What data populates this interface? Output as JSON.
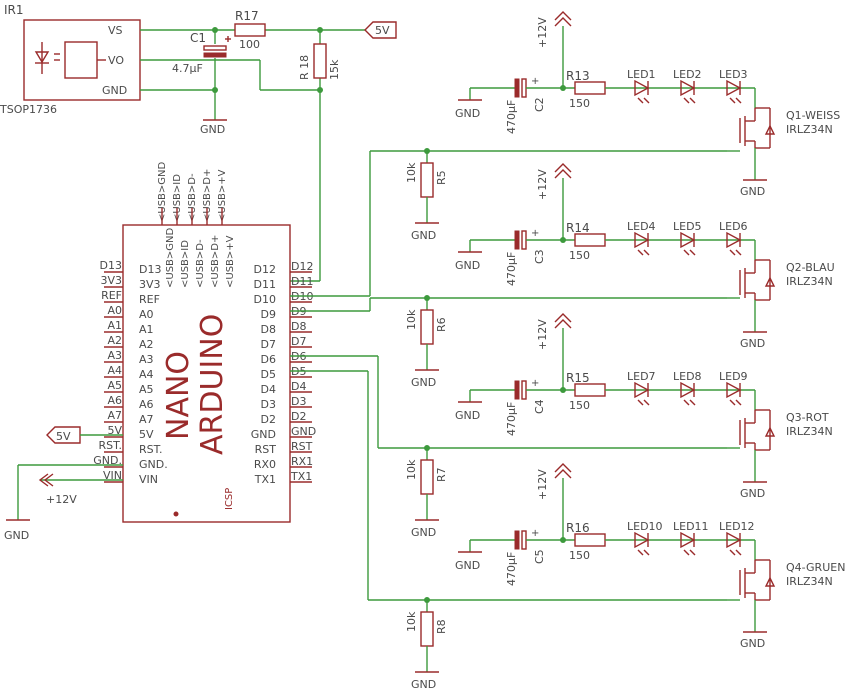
{
  "ir": {
    "name": "IR1",
    "part": "TSOP1736",
    "pins": {
      "vs": "VS",
      "vo": "VO",
      "gnd": "GND"
    }
  },
  "c1": {
    "name": "C1",
    "value": "4.7µF"
  },
  "r17": {
    "name": "R17",
    "value": "100"
  },
  "r18": {
    "name": "R 18",
    "value": "15k"
  },
  "supply_5v": "5V",
  "supply_12v": "+12V",
  "gnd": "GND",
  "arduino": {
    "name1": "NANO",
    "name2": "ARDUINO",
    "icsp": "ICSP",
    "usb_pins": [
      "<USB>GND",
      "<USB>ID",
      "<USB>D-",
      "<USB>D+",
      "<USB>+V"
    ],
    "left_outer": [
      "D13",
      "3V3",
      "REF",
      "A0",
      "A1",
      "A2",
      "A3",
      "A4",
      "A5",
      "A6",
      "A7",
      "5V",
      "RST.",
      "GND.",
      "VIN"
    ],
    "left_inner": [
      "D13",
      "3V3",
      "REF",
      "A0",
      "A1",
      "A2",
      "A3",
      "A4",
      "A5",
      "A6",
      "A7",
      "5V",
      "RST.",
      "GND.",
      "VIN"
    ],
    "right_inner": [
      "D12",
      "D11",
      "D10",
      "D9",
      "D8",
      "D7",
      "D6",
      "D5",
      "D4",
      "D3",
      "D2",
      "GND",
      "RST",
      "RX0",
      "TX1"
    ],
    "right_outer": [
      "D12",
      "D11",
      "D10",
      "D9",
      "D8",
      "D7",
      "D6",
      "D5",
      "D4",
      "D3",
      "D2",
      "GND",
      "RST",
      "RX1",
      "TX1"
    ]
  },
  "channels": [
    {
      "cap": "C2",
      "cap_value": "470µF",
      "res": "R13",
      "res_value": "150",
      "leds": [
        "LED1",
        "LED2",
        "LED3"
      ],
      "mosfet": "Q1-WEISS",
      "mosfet_part": "IRLZ34N",
      "pull": "R5",
      "pull_value": "10k"
    },
    {
      "cap": "C3",
      "cap_value": "470µF",
      "res": "R14",
      "res_value": "150",
      "leds": [
        "LED4",
        "LED5",
        "LED6"
      ],
      "mosfet": "Q2-BLAU",
      "mosfet_part": "IRLZ34N",
      "pull": "R6",
      "pull_value": "10k"
    },
    {
      "cap": "C4",
      "cap_value": "470µF",
      "res": "R15",
      "res_value": "150",
      "leds": [
        "LED7",
        "LED8",
        "LED9"
      ],
      "mosfet": "Q3-ROT",
      "mosfet_part": "IRLZ34N",
      "pull": "R7",
      "pull_value": "10k"
    },
    {
      "cap": "C5",
      "cap_value": "470µF",
      "res": "R16",
      "res_value": "150",
      "leds": [
        "LED10",
        "LED11",
        "LED12"
      ],
      "mosfet": "Q4-GRUEN",
      "mosfet_part": "IRLZ34N",
      "pull": "R8",
      "pull_value": "10k"
    }
  ],
  "colors": {
    "wire": "#3d9a3d",
    "symbol": "#9a2b2b",
    "text": "#4a4a4a"
  }
}
